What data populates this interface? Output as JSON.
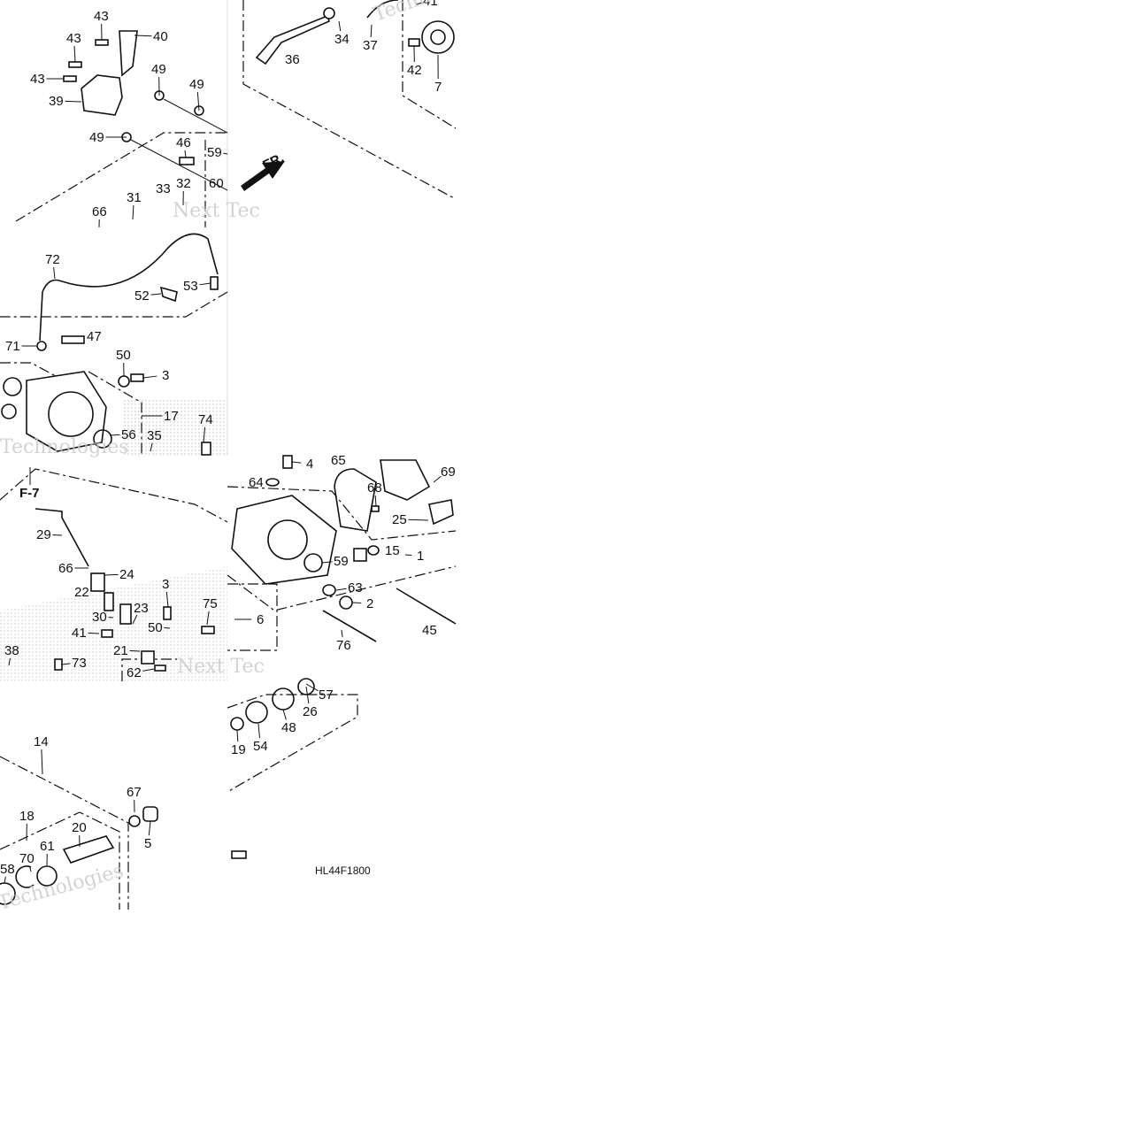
{
  "diagram": {
    "code": "HL44F1800",
    "front_marker": "FR.",
    "figure_ref": "F-7",
    "watermark_lines": [
      "Next Tec",
      "Technologies",
      "Technolog"
    ],
    "callouts": [
      {
        "n": "43"
      },
      {
        "n": "43"
      },
      {
        "n": "40"
      },
      {
        "n": "43"
      },
      {
        "n": "39"
      },
      {
        "n": "49"
      },
      {
        "n": "49"
      },
      {
        "n": "49"
      },
      {
        "n": "46"
      },
      {
        "n": "59"
      },
      {
        "n": "60"
      },
      {
        "n": "33"
      },
      {
        "n": "32"
      },
      {
        "n": "31"
      },
      {
        "n": "66"
      },
      {
        "n": "34"
      },
      {
        "n": "36"
      },
      {
        "n": "37"
      },
      {
        "n": "42"
      },
      {
        "n": "7"
      },
      {
        "n": "41"
      },
      {
        "n": "72"
      },
      {
        "n": "52"
      },
      {
        "n": "53"
      },
      {
        "n": "71"
      },
      {
        "n": "47"
      },
      {
        "n": "50"
      },
      {
        "n": "3"
      },
      {
        "n": "17"
      },
      {
        "n": "74"
      },
      {
        "n": "56"
      },
      {
        "n": "35"
      },
      {
        "n": "4"
      },
      {
        "n": "65"
      },
      {
        "n": "64"
      },
      {
        "n": "68"
      },
      {
        "n": "69"
      },
      {
        "n": "25"
      },
      {
        "n": "59"
      },
      {
        "n": "15"
      },
      {
        "n": "1"
      },
      {
        "n": "63"
      },
      {
        "n": "2"
      },
      {
        "n": "45"
      },
      {
        "n": "76"
      },
      {
        "n": "6"
      },
      {
        "n": "29"
      },
      {
        "n": "66"
      },
      {
        "n": "24"
      },
      {
        "n": "22"
      },
      {
        "n": "3"
      },
      {
        "n": "75"
      },
      {
        "n": "30"
      },
      {
        "n": "23"
      },
      {
        "n": "50"
      },
      {
        "n": "41"
      },
      {
        "n": "21"
      },
      {
        "n": "38"
      },
      {
        "n": "73"
      },
      {
        "n": "62"
      },
      {
        "n": "57"
      },
      {
        "n": "26"
      },
      {
        "n": "48"
      },
      {
        "n": "54"
      },
      {
        "n": "19"
      },
      {
        "n": "14"
      },
      {
        "n": "67"
      },
      {
        "n": "18"
      },
      {
        "n": "20"
      },
      {
        "n": "5"
      },
      {
        "n": "61"
      },
      {
        "n": "70"
      },
      {
        "n": "58"
      }
    ]
  }
}
